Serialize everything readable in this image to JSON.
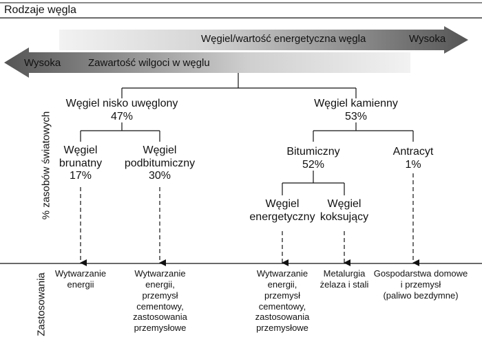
{
  "header": {
    "title": "Rodzaje węgla"
  },
  "arrows": {
    "upper": {
      "label": "Węgiel/wartość energetyczna węgla",
      "end_label": "Wysoka"
    },
    "lower": {
      "label": "Zawartość wilgoci w węglu",
      "end_label": "Wysoka"
    }
  },
  "axis_labels": {
    "reserves": "% zasobów światowych",
    "applications": "Zastosowania"
  },
  "nodes": {
    "low_rank": "Węgiel nisko uwęglony\n47%",
    "hard_coal": "Węgiel kamienny\n53%",
    "lignite": "Węgiel\nbrunatny\n17%",
    "subbituminous": "Węgiel\npodbitumiczny\n30%",
    "bituminous": "Bitumiczny\n52%",
    "anthracite": "Antracyt\n1%",
    "steam_coal": "Węgiel\nenergetyczny",
    "coking_coal": "Węgiel\nkoksujący"
  },
  "applications": {
    "lignite": "Wytwarzanie\nenergii",
    "subbituminous": "Wytwarzanie\nenergii,\nprzemysł\ncementowy,\nzastosowania\nprzemysłowe",
    "steam_coal": "Wytwarzanie\nenergii,\nprzemysł\ncementowy,\nzastosowania\nprzemysłowe",
    "coking_coal": "Metalurgia\nżelaza i stali",
    "anthracite": "Gospodarstwa domowe\ni przemysł\n(paliwo bezdymne)"
  },
  "colors": {
    "line": "#111111",
    "arrow_dark": "#555555",
    "arrow_light": "#f2f2f2"
  }
}
